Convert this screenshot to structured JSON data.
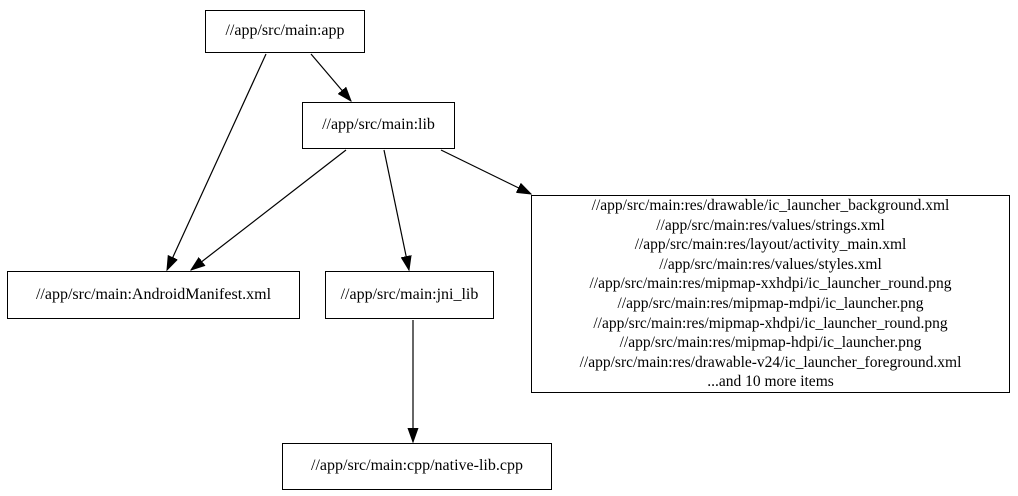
{
  "diagram": {
    "type": "directed-graph",
    "background_color": "#ffffff",
    "node_border_color": "#000000",
    "text_color": "#000000",
    "nodes": {
      "app": {
        "label": "//app/src/main:app"
      },
      "lib": {
        "label": "//app/src/main:lib"
      },
      "manifest": {
        "label": "//app/src/main:AndroidManifest.xml"
      },
      "jni_lib": {
        "label": "//app/src/main:jni_lib"
      },
      "native": {
        "label": "//app/src/main:cpp/native-lib.cpp"
      },
      "res_list": {
        "lines": [
          "//app/src/main:res/drawable/ic_launcher_background.xml",
          "//app/src/main:res/values/strings.xml",
          "//app/src/main:res/layout/activity_main.xml",
          "//app/src/main:res/values/styles.xml",
          "//app/src/main:res/mipmap-xxhdpi/ic_launcher_round.png",
          "//app/src/main:res/mipmap-mdpi/ic_launcher.png",
          "//app/src/main:res/mipmap-xhdpi/ic_launcher_round.png",
          "//app/src/main:res/mipmap-hdpi/ic_launcher.png",
          "//app/src/main:res/drawable-v24/ic_launcher_foreground.xml",
          "...and 10 more items"
        ]
      }
    },
    "edges": [
      {
        "from": "//app/src/main:app",
        "to": "//app/src/main:lib"
      },
      {
        "from": "//app/src/main:app",
        "to": "//app/src/main:AndroidManifest.xml"
      },
      {
        "from": "//app/src/main:lib",
        "to": "//app/src/main:AndroidManifest.xml"
      },
      {
        "from": "//app/src/main:lib",
        "to": "//app/src/main:jni_lib"
      },
      {
        "from": "//app/src/main:lib",
        "to": "res_list"
      },
      {
        "from": "//app/src/main:jni_lib",
        "to": "//app/src/main:cpp/native-lib.cpp"
      }
    ]
  }
}
